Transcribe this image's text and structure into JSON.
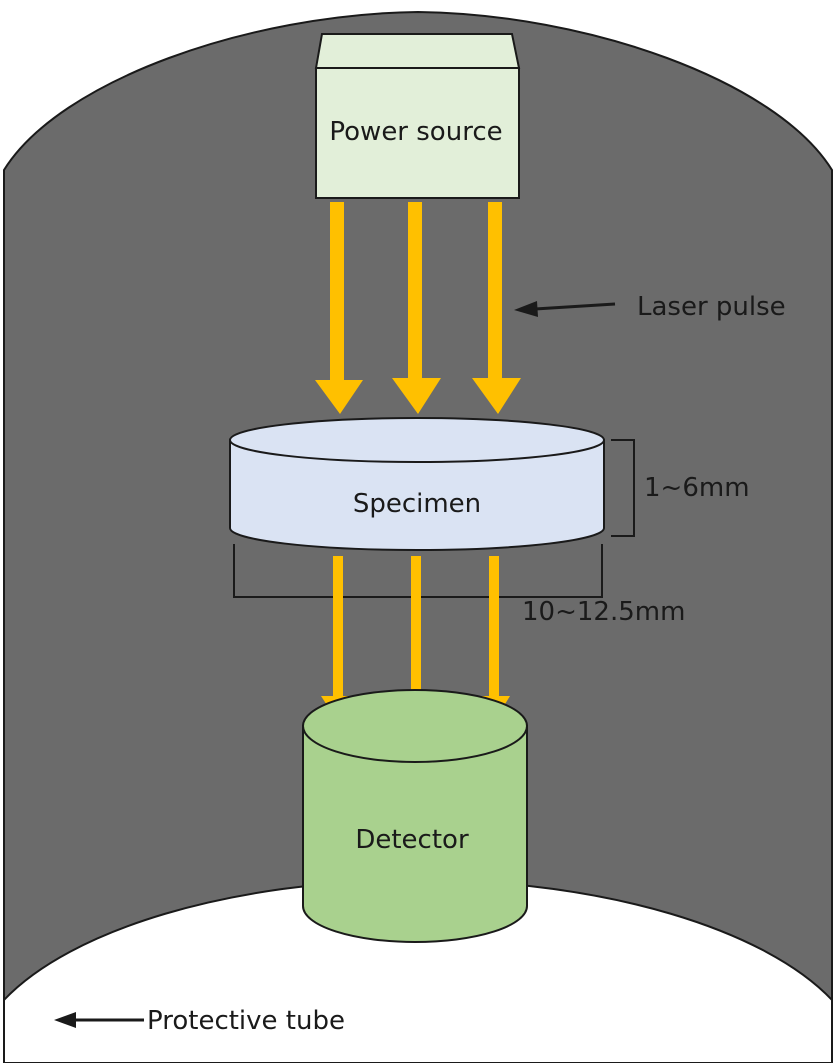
{
  "labels": {
    "power_source": "Power source",
    "laser_pulse": "Laser pulse",
    "specimen": "Specimen",
    "thickness": "1~6mm",
    "diameter": "10~12.5mm",
    "detector": "Detector",
    "protective_tube": "Protective tube"
  },
  "colors": {
    "tube": "#6b6b6b",
    "power_source_fill": "#e2efd9",
    "specimen_fill": "#dae3f3",
    "detector_fill": "#a9d18e",
    "laser": "#ffc000"
  }
}
